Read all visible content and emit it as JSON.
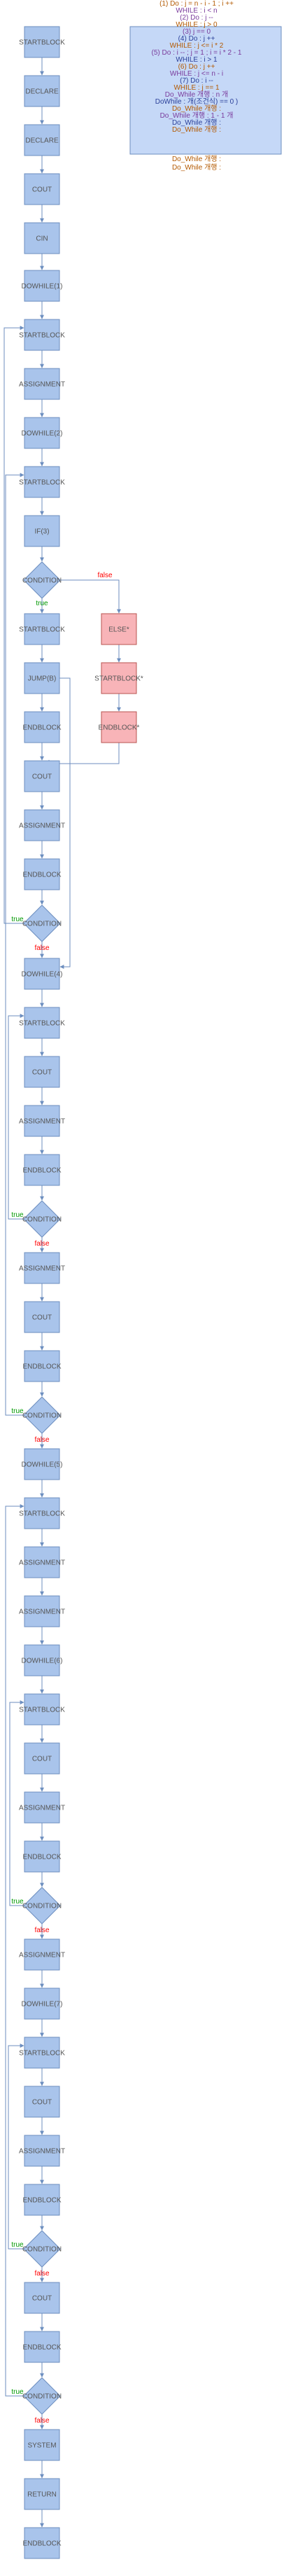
{
  "colors": {
    "node_fill": "#a9c4eb",
    "node_stroke": "#6c8ebf",
    "alt_fill": "#f8b4b8",
    "alt_stroke": "#b85450",
    "diamond_fill": "#a9c4eb",
    "edge": "#6c8ebf",
    "true_label": "#009900",
    "false_label": "#ff0000",
    "note_fill": "#c5d8f7",
    "note_stroke": "#6c8ebf",
    "note_text_orange": "#b35900",
    "note_text_purple": "#7a3b9c",
    "note_text_blue": "#2a3f99"
  },
  "note": {
    "lines": [
      "(1) Do : j = n - i - 1 ; i ++",
      "WHILE : i < n",
      "(2) Do : j --",
      "WHILE : j > 0",
      "(3) j == 0",
      "(4) Do : j ++",
      "WHILE : j <= i * 2",
      "(5) Do : i -- ; j = 1 ; i = i * 2 - 1",
      "WHILE : i > 1",
      "(6) Do : j ++",
      "WHILE : j <= n - i",
      "(7) Do : i --",
      "WHILE : j == 1",
      "Do_While 개행 : n 개",
      "DoWhile : 개(조건식) == 0 )",
      "Do_While 개행 :",
      "Do_While 개행 : 1 - 1 개",
      "Do_While 개행 :",
      "Do_While 개행 :"
    ],
    "after_lines": [
      "Do_While 개행 :",
      "Do_While 개행 :"
    ]
  },
  "nodes": [
    {
      "id": "n1",
      "label": "STARTBLOCK"
    },
    {
      "id": "n2",
      "label": "DECLARE"
    },
    {
      "id": "n3",
      "label": "DECLARE"
    },
    {
      "id": "n4",
      "label": "COUT"
    },
    {
      "id": "n5",
      "label": "CIN"
    },
    {
      "id": "n6",
      "label": "DOWHILE(1)"
    },
    {
      "id": "n7",
      "label": "STARTBLOCK"
    },
    {
      "id": "n8",
      "label": "ASSIGNMENT"
    },
    {
      "id": "n9",
      "label": "DOWHILE(2)"
    },
    {
      "id": "n10",
      "label": "STARTBLOCK"
    },
    {
      "id": "n11",
      "label": "IF(3)"
    },
    {
      "id": "c1",
      "label": "CONDITION"
    },
    {
      "id": "n12",
      "label": "STARTBLOCK"
    },
    {
      "id": "n13",
      "label": "JUMP(B)"
    },
    {
      "id": "n14",
      "label": "ENDBLOCK"
    },
    {
      "id": "n15",
      "label": "COUT"
    },
    {
      "id": "n16",
      "label": "ASSIGNMENT"
    },
    {
      "id": "n17",
      "label": "ENDBLOCK"
    },
    {
      "id": "c2",
      "label": "CONDITION"
    },
    {
      "id": "n18",
      "label": "DOWHILE(4)"
    },
    {
      "id": "n19",
      "label": "STARTBLOCK"
    },
    {
      "id": "n20",
      "label": "COUT"
    },
    {
      "id": "n21",
      "label": "ASSIGNMENT"
    },
    {
      "id": "n22",
      "label": "ENDBLOCK"
    },
    {
      "id": "c3",
      "label": "CONDITION"
    },
    {
      "id": "n23",
      "label": "ASSIGNMENT"
    },
    {
      "id": "n24",
      "label": "COUT"
    },
    {
      "id": "n25",
      "label": "ENDBLOCK"
    },
    {
      "id": "c4",
      "label": "CONDITION"
    },
    {
      "id": "n26",
      "label": "DOWHILE(5)"
    },
    {
      "id": "n27",
      "label": "STARTBLOCK"
    },
    {
      "id": "n28",
      "label": "ASSIGNMENT"
    },
    {
      "id": "n29",
      "label": "ASSIGNMENT"
    },
    {
      "id": "n30",
      "label": "DOWHILE(6)"
    },
    {
      "id": "n31",
      "label": "STARTBLOCK"
    },
    {
      "id": "n32",
      "label": "COUT"
    },
    {
      "id": "n33",
      "label": "ASSIGNMENT"
    },
    {
      "id": "n34",
      "label": "ENDBLOCK"
    },
    {
      "id": "c5",
      "label": "CONDITION"
    },
    {
      "id": "n35",
      "label": "ASSIGNMENT"
    },
    {
      "id": "n36",
      "label": "DOWHILE(7)"
    },
    {
      "id": "n37",
      "label": "STARTBLOCK"
    },
    {
      "id": "n38",
      "label": "COUT"
    },
    {
      "id": "n39",
      "label": "ASSIGNMENT"
    },
    {
      "id": "n40",
      "label": "ENDBLOCK"
    },
    {
      "id": "c6",
      "label": "CONDITION"
    },
    {
      "id": "n41",
      "label": "COUT"
    },
    {
      "id": "n42",
      "label": "ENDBLOCK"
    },
    {
      "id": "c7",
      "label": "CONDITION"
    },
    {
      "id": "n43",
      "label": "SYSTEM"
    },
    {
      "id": "n44",
      "label": "RETURN"
    },
    {
      "id": "n45",
      "label": "ENDBLOCK"
    },
    {
      "id": "a1",
      "label": "ELSE*"
    },
    {
      "id": "a2",
      "label": "STARTBLOCK*"
    },
    {
      "id": "a3",
      "label": "ENDBLOCK*"
    }
  ],
  "edge_labels": {
    "true": "true",
    "false": "false"
  }
}
